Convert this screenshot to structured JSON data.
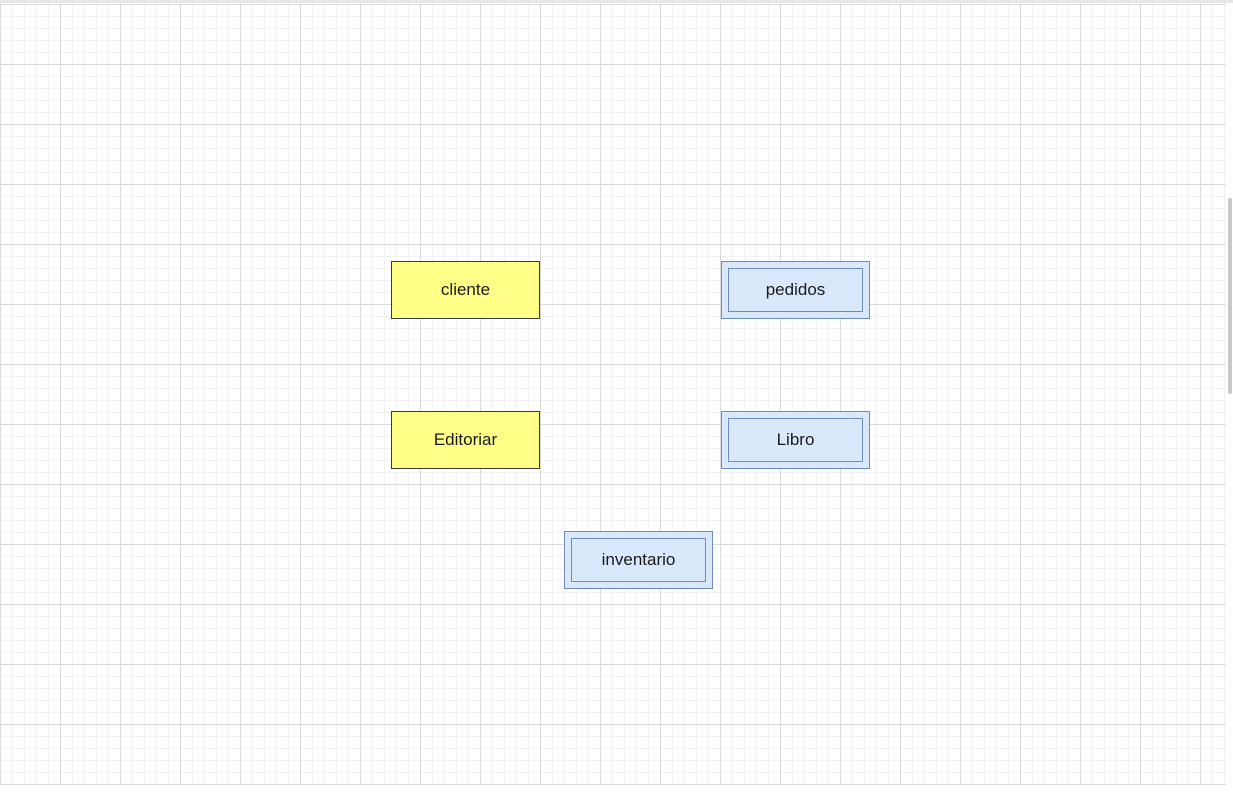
{
  "diagram": {
    "entities": [
      {
        "id": "cliente",
        "label": "cliente",
        "kind": "strong"
      },
      {
        "id": "pedidos",
        "label": "pedidos",
        "kind": "weak"
      },
      {
        "id": "editoriar",
        "label": "Editoriar",
        "kind": "strong"
      },
      {
        "id": "libro",
        "label": "Libro",
        "kind": "weak"
      },
      {
        "id": "inventario",
        "label": "inventario",
        "kind": "weak"
      }
    ]
  },
  "colors": {
    "strong_fill": "#ffff88",
    "strong_stroke": "#36393d",
    "weak_fill": "#dae8fc",
    "weak_stroke": "#6c8ebf",
    "grid_major": "#d9d9d9",
    "grid_minor": "#f1f1f1"
  }
}
